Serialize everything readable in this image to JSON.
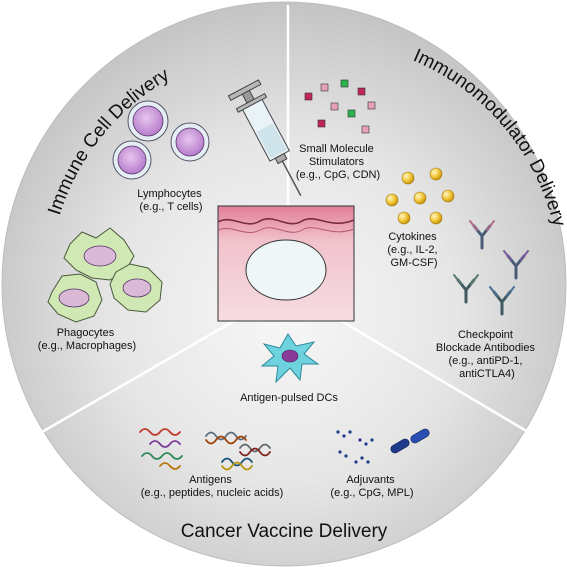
{
  "sections": {
    "immune_cell": {
      "title": "Immune Cell Delivery",
      "lymphocytes": {
        "line1": "Lymphocytes",
        "line2": "(e.g., T cells)"
      },
      "phagocytes": {
        "line1": "Phagocytes",
        "line2": "(e.g., Macrophages)"
      }
    },
    "immunomodulator": {
      "title": "Immunomodulator Delivery",
      "small_molecule": {
        "line1": "Small Molecule",
        "line2": "Stimulators",
        "line3": "(e.g., CpG, CDN)"
      },
      "cytokines": {
        "line1": "Cytokines",
        "line2": "(e.g., IL-2,",
        "line3": "GM-CSF)"
      },
      "checkpoint": {
        "line1": "Checkpoint",
        "line2": "Blockade Antibodies",
        "line3": "(e.g., antiPD-1,",
        "line4": "antiCTLA4)"
      }
    },
    "cancer_vaccine": {
      "title": "Cancer Vaccine Delivery",
      "dcs": {
        "line1": "Antigen-pulsed DCs"
      },
      "antigens": {
        "line1": "Antigens",
        "line2": "(e.g., peptides, nucleic acids)"
      },
      "adjuvants": {
        "line1": "Adjuvants",
        "line2": "(e.g., CpG, MPL)"
      }
    }
  },
  "colors": {
    "disk_outer": "#c9c9c9",
    "disk_inner": "#f2f2f2",
    "divider": "#ffffff",
    "cell_purple": "#c99ad6",
    "phagocyte_green": "#cde8b0",
    "skin_pink": "#e7a6b6",
    "dc_cyan": "#5cc9d8",
    "cytokine_yellow": "#f0c43a",
    "antibody_blue": "#4a6f8f",
    "adjuvant_navy": "#1f3a8a"
  },
  "icons": [
    "syringe-icon",
    "skin-tissue-icon",
    "lymphocyte-icon",
    "macrophage-icon",
    "small-molecule-icon",
    "cytokine-icon",
    "antibody-icon",
    "dendritic-cell-icon",
    "antigen-strand-icon",
    "adjuvant-icon"
  ]
}
